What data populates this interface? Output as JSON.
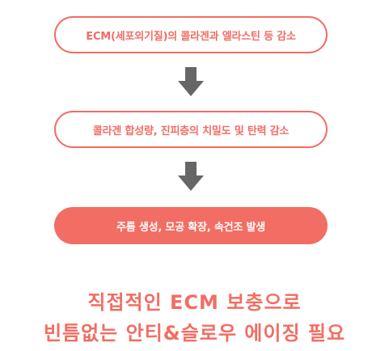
{
  "colors": {
    "accent": "#f26d63",
    "arrow": "#666666",
    "background": "#ffffff"
  },
  "flow": {
    "steps": [
      {
        "label": "ECM(세포외기질)의 콜라겐과 엘라스틴 등 감소",
        "style": "outline"
      },
      {
        "label": "콜라겐 합성량, 진피층의 치밀도 및 탄력 감소",
        "style": "outline"
      },
      {
        "label": "주름 생성, 모공 확장, 속건조 발생",
        "style": "filled"
      }
    ],
    "arrows": [
      {
        "icon": "down-arrow-icon"
      },
      {
        "icon": "down-arrow-icon"
      }
    ]
  },
  "conclusion": {
    "line1": "직접적인 ECM 보충으로",
    "line2": "빈틈없는 안티&슬로우 에이징 필요"
  }
}
